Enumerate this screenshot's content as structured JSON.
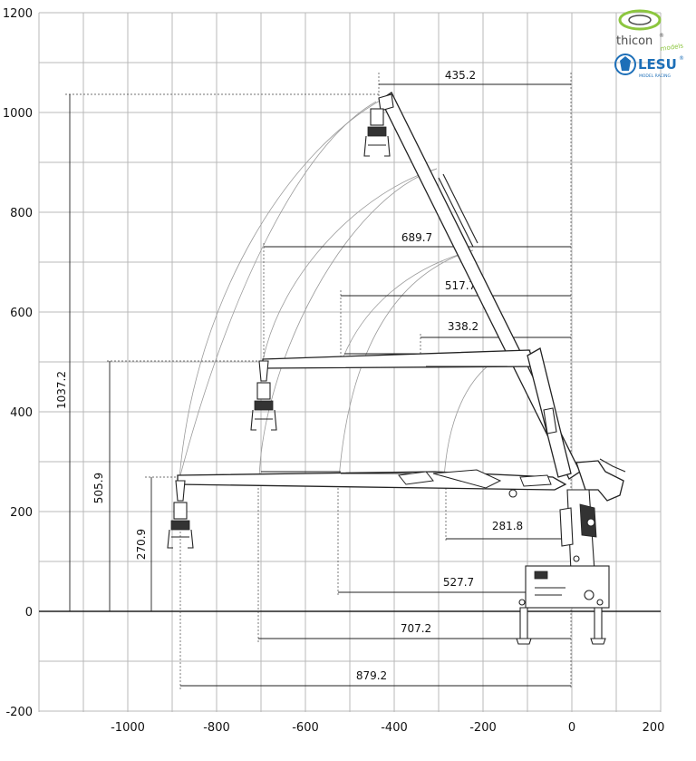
{
  "diagram": {
    "x_ticks": [
      "-1000",
      "-800",
      "-600",
      "-400",
      "-200",
      "0",
      "200"
    ],
    "y_ticks": [
      "1200",
      "1000",
      "800",
      "600",
      "400",
      "200",
      "0",
      "-200"
    ],
    "horizontal_dimensions": [
      "435.2",
      "689.7",
      "517.7",
      "338.2",
      "281.8",
      "527.7",
      "707.2",
      "879.2"
    ],
    "vertical_dimensions": [
      "1037.2",
      "505.9",
      "270.9"
    ]
  },
  "logos": {
    "thicon": {
      "name": "thicon",
      "sub": "models",
      "reg": "®"
    },
    "lesu": {
      "name": "LESU",
      "sub": "MODEL RACING",
      "reg": "®"
    }
  },
  "colors": {
    "grid": "#b9b9b9",
    "ink": "#222222",
    "thicon_green": "#8cc63f",
    "lesu_blue": "#1d6fb8"
  }
}
